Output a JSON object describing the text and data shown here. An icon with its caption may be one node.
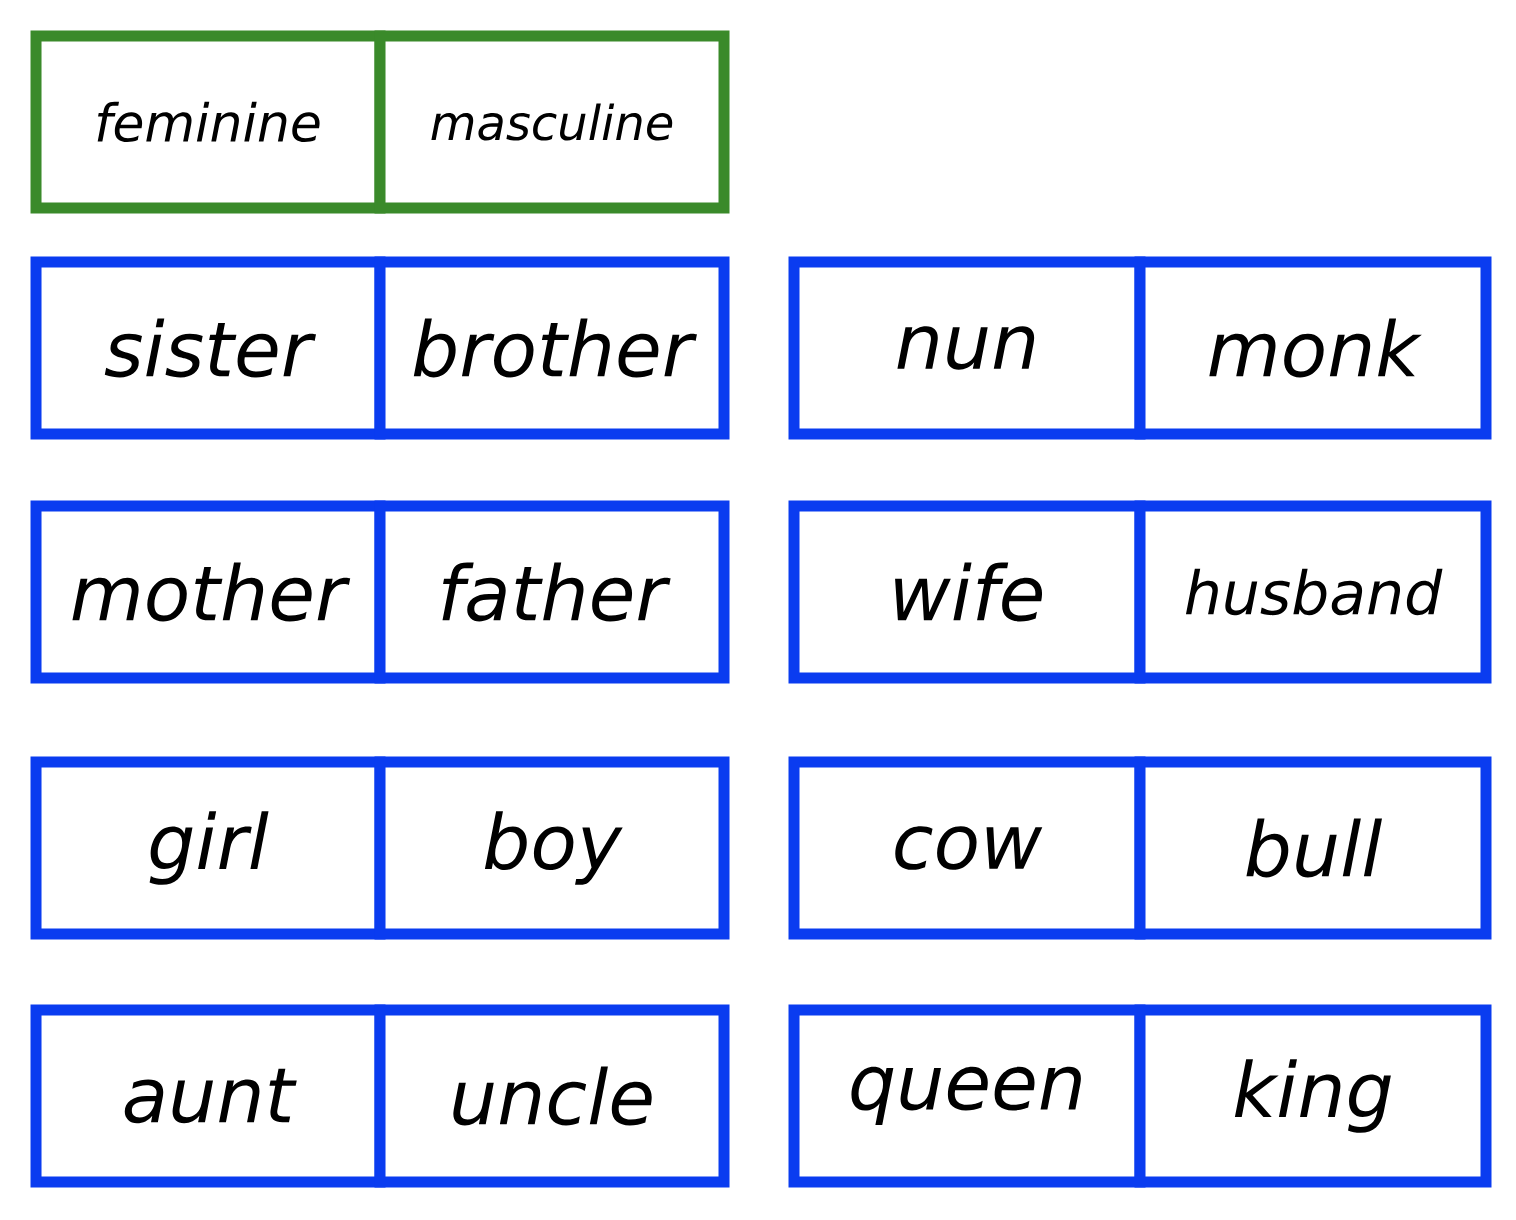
{
  "diagram": {
    "nodes": [
      {
        "text": [
          "feminine"
        ]
      },
      {
        "text": [
          "masculine"
        ]
      },
      {
        "text": [
          "sister"
        ]
      },
      {
        "text": [
          "brother"
        ]
      },
      {
        "text": [
          "nun"
        ]
      },
      {
        "text": [
          "monk"
        ]
      },
      {
        "text": [
          "mother"
        ]
      },
      {
        "text": [
          "father"
        ]
      },
      {
        "text": [
          "wife"
        ]
      },
      {
        "text": [
          "husband"
        ]
      },
      {
        "text": [
          "girl"
        ]
      },
      {
        "text": [
          "boy"
        ]
      },
      {
        "text": [
          "cow"
        ]
      },
      {
        "text": [
          "bull"
        ]
      },
      {
        "text": [
          "aunt"
        ]
      },
      {
        "text": [
          "uncle"
        ]
      },
      {
        "text": [
          "queen"
        ]
      },
      {
        "text": [
          "king"
        ]
      }
    ]
  }
}
